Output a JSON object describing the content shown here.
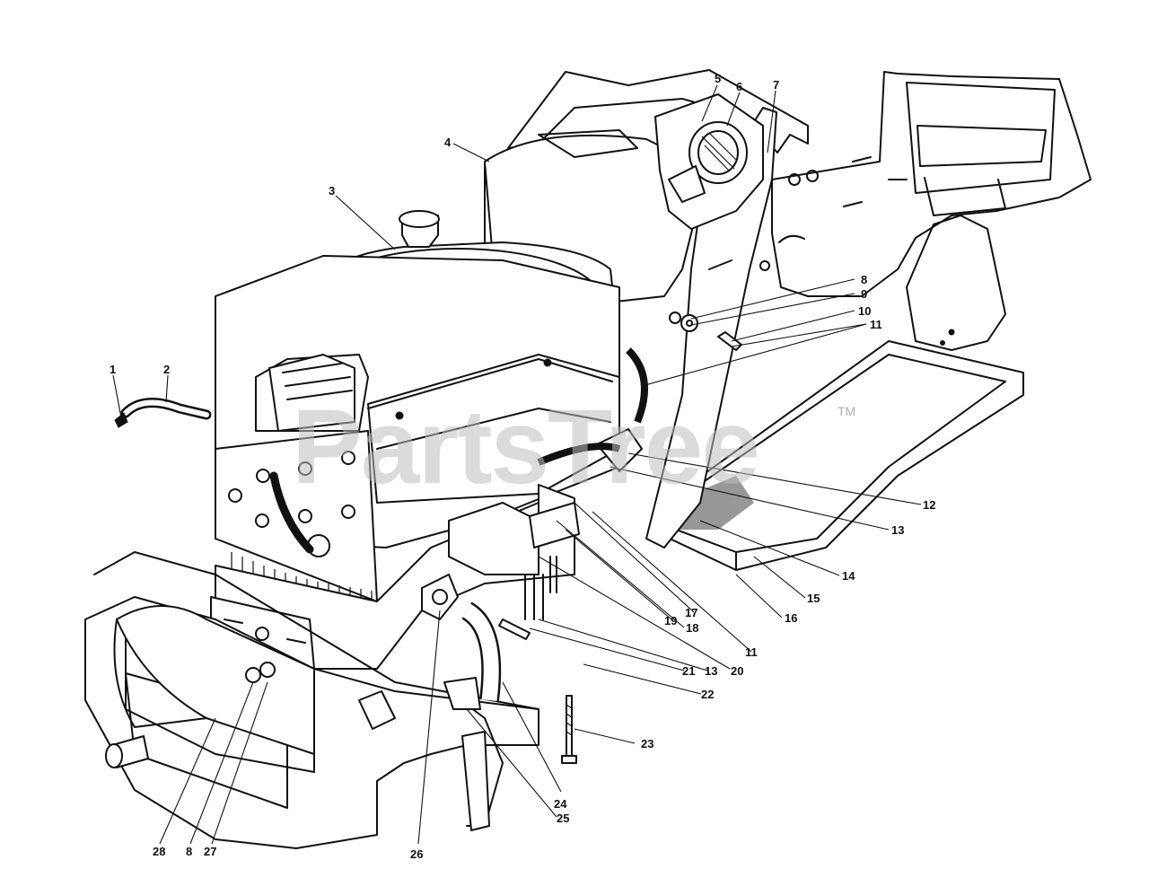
{
  "watermark": {
    "text": "PartsTree",
    "mark": "TM"
  },
  "callouts": [
    {
      "id": "1",
      "label": "1"
    },
    {
      "id": "2",
      "label": "2"
    },
    {
      "id": "3",
      "label": "3"
    },
    {
      "id": "4",
      "label": "4"
    },
    {
      "id": "5",
      "label": "5"
    },
    {
      "id": "6",
      "label": "6"
    },
    {
      "id": "7",
      "label": "7"
    },
    {
      "id": "8a",
      "label": "8"
    },
    {
      "id": "9",
      "label": "9"
    },
    {
      "id": "10",
      "label": "10"
    },
    {
      "id": "11a",
      "label": "11"
    },
    {
      "id": "12",
      "label": "12"
    },
    {
      "id": "13a",
      "label": "13"
    },
    {
      "id": "14",
      "label": "14"
    },
    {
      "id": "15",
      "label": "15"
    },
    {
      "id": "16",
      "label": "16"
    },
    {
      "id": "17",
      "label": "17"
    },
    {
      "id": "18",
      "label": "18"
    },
    {
      "id": "19",
      "label": "19"
    },
    {
      "id": "11b",
      "label": "11"
    },
    {
      "id": "20",
      "label": "20"
    },
    {
      "id": "21",
      "label": "21"
    },
    {
      "id": "13b",
      "label": "13"
    },
    {
      "id": "22",
      "label": "22"
    },
    {
      "id": "23",
      "label": "23"
    },
    {
      "id": "24",
      "label": "24"
    },
    {
      "id": "25",
      "label": "25"
    },
    {
      "id": "26",
      "label": "26"
    },
    {
      "id": "27",
      "label": "27"
    },
    {
      "id": "8b",
      "label": "8"
    },
    {
      "id": "28",
      "label": "28"
    }
  ]
}
